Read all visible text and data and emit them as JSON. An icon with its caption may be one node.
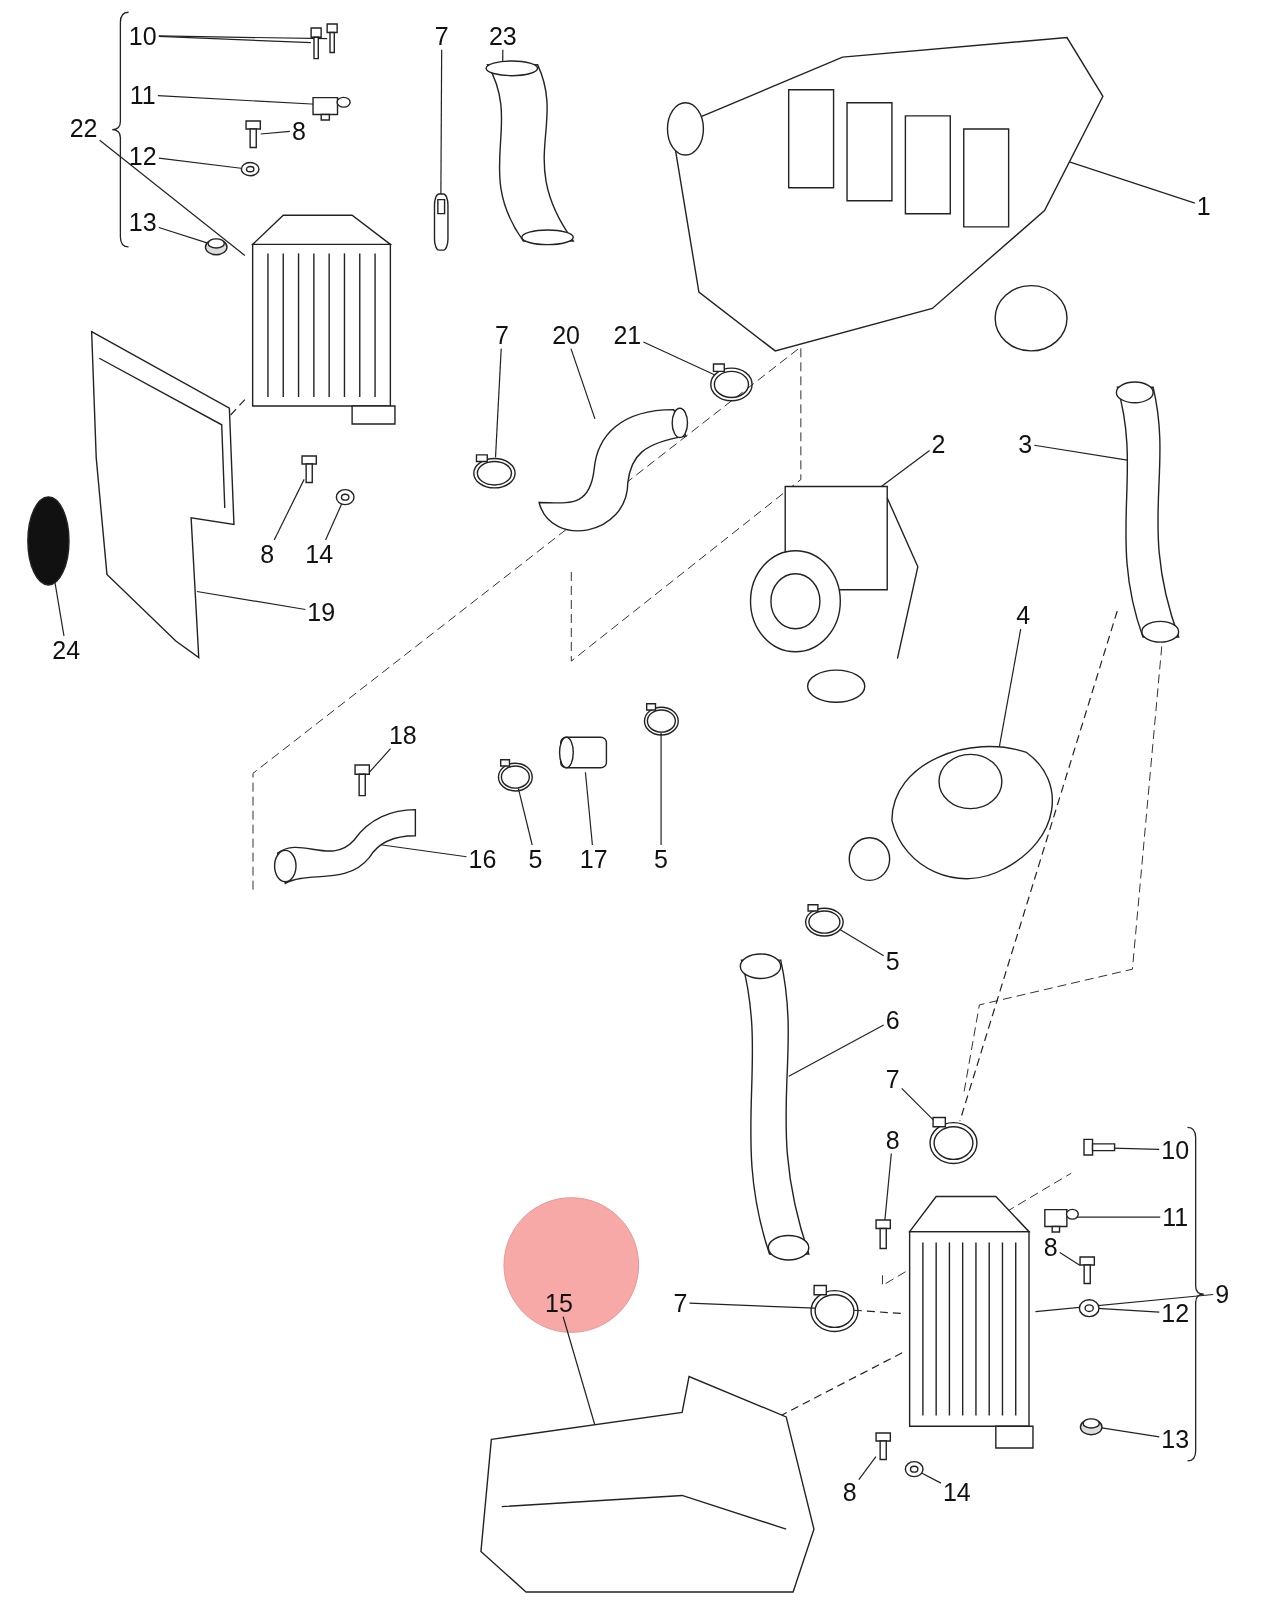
{
  "diagram": {
    "nodes": [
      {
        "text": [
          "10"
        ]
      },
      {
        "text": [],
        "shape": "picture"
      },
      {
        "text": [],
        "shape": "picture"
      },
      {
        "text": [
          "11"
        ]
      },
      {
        "text": [],
        "shape": "picture"
      },
      {
        "text": [
          "8"
        ]
      },
      {
        "text": [],
        "shape": "picture"
      },
      {
        "text": [
          "12"
        ]
      },
      {
        "text": [],
        "shape": "picture"
      },
      {
        "text": [
          "13"
        ]
      },
      {
        "text": [],
        "shape": "picture"
      },
      {
        "text": [
          "22"
        ]
      },
      {
        "text": [],
        "shape": "picture"
      },
      {
        "text": [
          "7"
        ]
      },
      {
        "text": [],
        "shape": "picture"
      },
      {
        "text": [
          "23"
        ]
      },
      {
        "text": [],
        "shape": "picture"
      },
      {
        "text": [
          "1"
        ]
      },
      {
        "text": [],
        "shape": "picture"
      },
      {
        "text": [
          "7"
        ]
      },
      {
        "text": [],
        "shape": "picture"
      },
      {
        "text": [
          "20"
        ]
      },
      {
        "text": [],
        "shape": "picture"
      },
      {
        "text": [
          "21"
        ]
      },
      {
        "text": [],
        "shape": "picture"
      },
      {
        "text": [
          "8"
        ]
      },
      {
        "text": [],
        "shape": "picture"
      },
      {
        "text": [
          "14"
        ]
      },
      {
        "text": [],
        "shape": "picture"
      },
      {
        "text": [
          "24"
        ]
      },
      {
        "text": [],
        "shape": "circle"
      },
      {
        "text": [
          "19"
        ]
      },
      {
        "text": [],
        "shape": "picture"
      },
      {
        "text": [
          "2"
        ]
      },
      {
        "text": [],
        "shape": "picture"
      },
      {
        "text": [
          "3"
        ]
      },
      {
        "text": [],
        "shape": "picture"
      },
      {
        "text": [
          "4"
        ]
      },
      {
        "text": [],
        "shape": "picture"
      },
      {
        "text": [
          "18"
        ]
      },
      {
        "text": [],
        "shape": "picture"
      },
      {
        "text": [
          "16"
        ]
      },
      {
        "text": [],
        "shape": "picture"
      },
      {
        "text": [
          "5"
        ]
      },
      {
        "text": [],
        "shape": "picture"
      },
      {
        "text": [
          "17"
        ]
      },
      {
        "text": [],
        "shape": "picture"
      },
      {
        "text": [
          "5"
        ]
      },
      {
        "text": [],
        "shape": "picture"
      },
      {
        "text": [
          "5"
        ]
      },
      {
        "text": [],
        "shape": "picture"
      },
      {
        "text": [
          "6"
        ]
      },
      {
        "text": [],
        "shape": "picture"
      },
      {
        "text": [
          "7"
        ]
      },
      {
        "text": [],
        "shape": "picture"
      },
      {
        "text": [
          "8"
        ]
      },
      {
        "text": [],
        "shape": "picture"
      },
      {
        "text": [
          "10"
        ]
      },
      {
        "text": [],
        "shape": "picture"
      },
      {
        "text": [
          "11"
        ]
      },
      {
        "text": [],
        "shape": "picture"
      },
      {
        "text": [
          "8"
        ]
      },
      {
        "text": [],
        "shape": "picture"
      },
      {
        "text": [
          "12"
        ]
      },
      {
        "text": [],
        "shape": "picture"
      },
      {
        "text": [
          "9"
        ]
      },
      {
        "text": [],
        "shape": "picture"
      },
      {
        "text": [
          "7"
        ]
      },
      {
        "text": [],
        "shape": "picture"
      },
      {
        "text": [
          "15"
        ]
      },
      {
        "text": [],
        "shape": "picture"
      },
      {
        "text": [
          "13"
        ]
      },
      {
        "text": [],
        "shape": "picture"
      },
      {
        "text": [
          "8"
        ]
      },
      {
        "text": [],
        "shape": "picture"
      },
      {
        "text": [
          "14"
        ]
      },
      {
        "text": [],
        "shape": "picture"
      }
    ],
    "edges": [
      {
        "from": 0,
        "to": 1,
        "arrow": "none"
      },
      {
        "from": 0,
        "to": 2,
        "arrow": "none"
      },
      {
        "from": 3,
        "to": 4,
        "arrow": "none"
      },
      {
        "from": 5,
        "to": 6,
        "arrow": "none"
      },
      {
        "from": 7,
        "to": 8,
        "arrow": "none"
      },
      {
        "from": 9,
        "to": 10,
        "arrow": "none"
      },
      {
        "from": 11,
        "to": 12,
        "arrow": "none"
      },
      {
        "from": 13,
        "to": 14,
        "arrow": "none"
      },
      {
        "from": 15,
        "to": 16,
        "arrow": "none"
      },
      {
        "from": 17,
        "to": 18,
        "arrow": "none"
      },
      {
        "from": 19,
        "to": 20,
        "arrow": "none"
      },
      {
        "from": 21,
        "to": 22,
        "arrow": "none"
      },
      {
        "from": 23,
        "to": 24,
        "arrow": "none"
      },
      {
        "from": 25,
        "to": 26,
        "arrow": "none"
      },
      {
        "from": 27,
        "to": 28,
        "arrow": "none"
      },
      {
        "from": 29,
        "to": 30,
        "arrow": "none"
      },
      {
        "from": 31,
        "to": 32,
        "arrow": "none"
      },
      {
        "from": 33,
        "to": 34,
        "arrow": "none"
      },
      {
        "from": 35,
        "to": 36,
        "arrow": "none"
      },
      {
        "from": 37,
        "to": 38,
        "arrow": "none"
      },
      {
        "from": 39,
        "to": 40,
        "arrow": "none"
      },
      {
        "from": 41,
        "to": 42,
        "arrow": "none"
      },
      {
        "from": 43,
        "to": 44,
        "arrow": "none"
      },
      {
        "from": 45,
        "to": 46,
        "arrow": "none"
      },
      {
        "from": 47,
        "to": 48,
        "arrow": "none"
      },
      {
        "from": 49,
        "to": 50,
        "arrow": "none"
      },
      {
        "from": 51,
        "to": 52,
        "arrow": "none"
      },
      {
        "from": 53,
        "to": 54,
        "arrow": "none"
      },
      {
        "from": 55,
        "to": 56,
        "arrow": "none"
      },
      {
        "from": 57,
        "to": 58,
        "arrow": "none"
      },
      {
        "from": 59,
        "to": 60,
        "arrow": "none"
      },
      {
        "from": 61,
        "to": 62,
        "arrow": "none"
      },
      {
        "from": 63,
        "to": 64,
        "arrow": "none"
      },
      {
        "from": 65,
        "to": 66,
        "arrow": "none"
      },
      {
        "from": 67,
        "to": 68,
        "arrow": "none"
      },
      {
        "from": 69,
        "to": 70,
        "arrow": "none"
      },
      {
        "from": 71,
        "to": 72,
        "arrow": "none"
      },
      {
        "from": 73,
        "to": 74,
        "arrow": "none"
      },
      {
        "from": 75,
        "to": 76,
        "arrow": "none"
      },
      {
        "from": 12,
        "to": 32,
        "arrow": "none",
        "style": "dashed"
      },
      {
        "from": 36,
        "to": 54,
        "arrow": "none",
        "style": "dashed"
      },
      {
        "from": 68,
        "to": 66,
        "arrow": "none",
        "style": "dashed"
      },
      {
        "from": 70,
        "to": 66,
        "arrow": "none",
        "style": "dashed"
      }
    ]
  }
}
